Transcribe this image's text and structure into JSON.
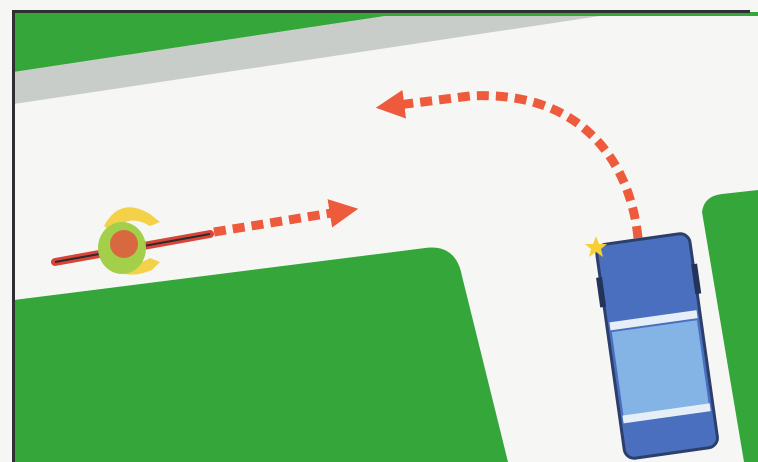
{
  "diagram": {
    "kind": "traffic-scene-top-down",
    "labels": [],
    "colors": {
      "grass": "#35a63a",
      "road": "#f6f7f5",
      "sidewalk": "#c9cdca",
      "frame": "#2f2f33",
      "arrow": "#ee5a3c",
      "car_body": "#4a6fbe",
      "car_window": "#84b4e6",
      "car_stripe": "#e6eef8",
      "cyclist_jersey": "#a3cf4a",
      "cyclist_helmet": "#d76840",
      "cyclist_arms": "#f3d24a",
      "bike_frame": "#d9443a",
      "blinker": "#f6cf36"
    },
    "elements": [
      {
        "name": "cyclist",
        "heading": "right"
      },
      {
        "name": "car",
        "heading": "up",
        "turn_signal": "left"
      },
      {
        "name": "cyclist-path-arrow",
        "direction": "straight"
      },
      {
        "name": "car-path-arrow",
        "direction": "left-turn"
      }
    ]
  }
}
